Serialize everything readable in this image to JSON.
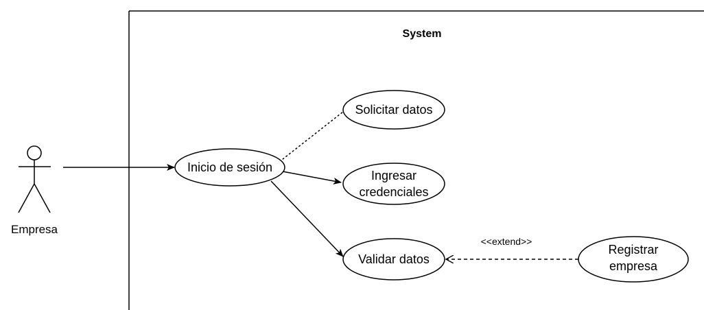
{
  "system": {
    "title": "System"
  },
  "actor": {
    "name": "Empresa"
  },
  "use_cases": {
    "inicio": {
      "label": "Inicio de sesión"
    },
    "solicitar": {
      "label": "Solicitar datos"
    },
    "ingresar": {
      "line1": "Ingresar",
      "line2": "credenciales"
    },
    "validar": {
      "label": "Validar datos"
    },
    "registrar": {
      "line1": "Registrar",
      "line2": "empresa"
    }
  },
  "relations": {
    "extend_label": "<<extend>>"
  }
}
